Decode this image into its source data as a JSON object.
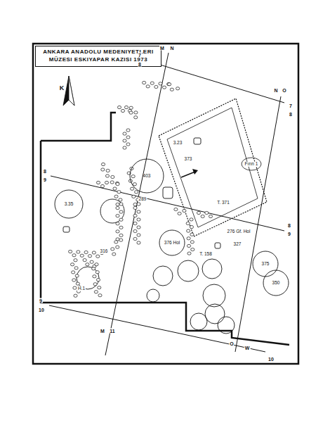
{
  "diagram": {
    "title": "ANKARA ANADOLU MEDENIYETLERI MÜZESI ESKIYAPAR KAZISI 1973",
    "nodes": [
      {
        "text": [
          "403"
        ]
      },
      {
        "text": [
          "3.35"
        ]
      },
      {
        "text": [
          "376 Hol"
        ]
      },
      {
        "text": [
          "375"
        ]
      },
      {
        "text": [
          "350"
        ]
      }
    ],
    "labels": [
      "K",
      "7",
      "8",
      "M",
      "N",
      "N",
      "O",
      "7",
      "8",
      "8",
      "9",
      "8",
      "9",
      "9",
      "10",
      "M",
      "11",
      "O",
      "W",
      "10",
      "3.23",
      "373",
      "T. 371",
      "289",
      "316",
      "H.1",
      "276 Gf. Hol",
      "327",
      "T. 158",
      "Fırın 1"
    ]
  }
}
